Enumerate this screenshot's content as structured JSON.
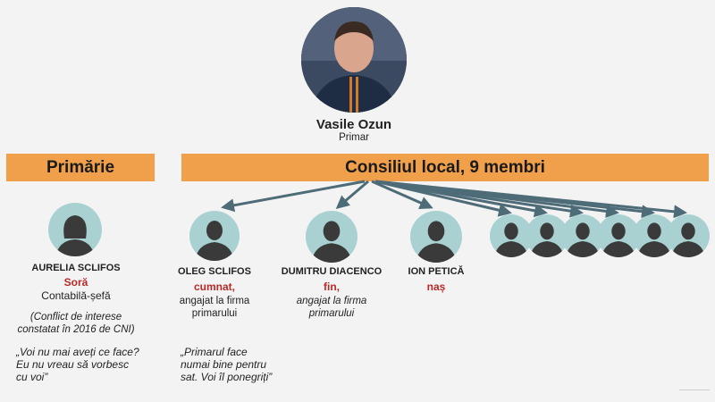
{
  "mayor": {
    "name": "Vasile Ozun",
    "role": "Primar"
  },
  "bars": {
    "left": "Primărie",
    "right": "Consiliul local, 9 membri"
  },
  "colors": {
    "bar": "#f0a04b",
    "relation": "#b82a2a",
    "arrow": "#4e6b78",
    "avatar_bg": "#a9d1d1",
    "silhouette": "#3a3a3a"
  },
  "aurelia": {
    "name": "AURELIA SCLIFOS",
    "relation": "Soră",
    "role": "Contabilă-șefă",
    "note_lines": [
      "(Conflict de interese",
      "constatat în 2016 de CNI)"
    ],
    "quote_lines": [
      "„Voi nu mai aveți ce face?",
      "Eu nu vreau să vorbesc",
      "cu voi”"
    ]
  },
  "oleg": {
    "name": "OLEG SCLIFOS",
    "relation": "cumnat,",
    "desc_lines": [
      "angajat la firma",
      "primarului"
    ],
    "quote_lines": [
      "„Primarul face",
      "numai bine pentru",
      "sat. Voi îl ponegriți”"
    ]
  },
  "dumitru": {
    "name": "DUMITRU DIACENCO",
    "relation": "fin,",
    "desc_lines": [
      "angajat la firma",
      "primarului"
    ]
  },
  "ion": {
    "name": "ION PETICĂ",
    "relation": "naș"
  },
  "other_members_icon": "person-silhouette-icon"
}
